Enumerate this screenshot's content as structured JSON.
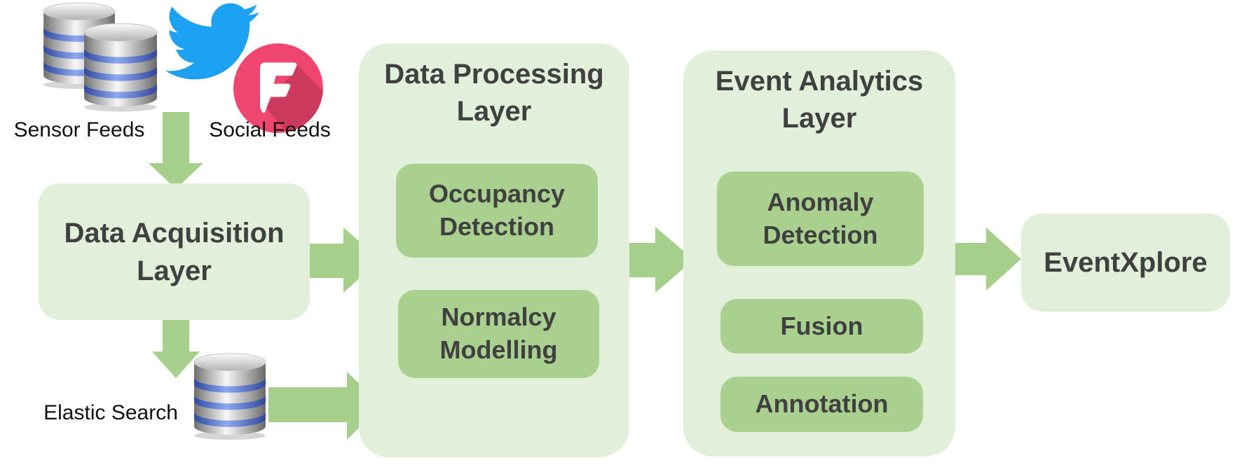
{
  "sources": {
    "sensor": {
      "label": "Sensor Feeds",
      "icon": "database-stack-icon"
    },
    "social": {
      "label": "Social Feeds",
      "icons": [
        "twitter-bird-icon",
        "foursquare-icon"
      ]
    }
  },
  "storage": {
    "label": "Elastic Search",
    "icon": "database-icon"
  },
  "layers": {
    "acquisition": {
      "title_line1": "Data Acquisition",
      "title_line2": "Layer"
    },
    "processing": {
      "title_line1": "Data Processing",
      "title_line2": "Layer",
      "modules": [
        {
          "line1": "Occupancy",
          "line2": "Detection"
        },
        {
          "line1": "Normalcy",
          "line2": "Modelling"
        }
      ]
    },
    "analytics": {
      "title_line1": "Event Analytics",
      "title_line2": "Layer",
      "modules": [
        {
          "line1": "Anomaly",
          "line2": "Detection"
        },
        {
          "line1": "Fusion",
          "line2": ""
        },
        {
          "line1": "Annotation",
          "line2": ""
        }
      ]
    }
  },
  "output": {
    "label": "EventXplore"
  },
  "icons": {
    "sensor_feeds": "database-stack-icon",
    "social_twitter": "twitter-bird-icon",
    "social_foursquare": "foursquare-icon",
    "elastic_search": "database-icon"
  },
  "colors": {
    "layer_background": "#e2efda",
    "module_background": "#a9d08e",
    "arrow_green": "#a5cf8b",
    "title_text": "#404040",
    "label_text": "#111111",
    "twitter_blue": "#1da1f2",
    "foursquare_pink": "#f0456f"
  }
}
